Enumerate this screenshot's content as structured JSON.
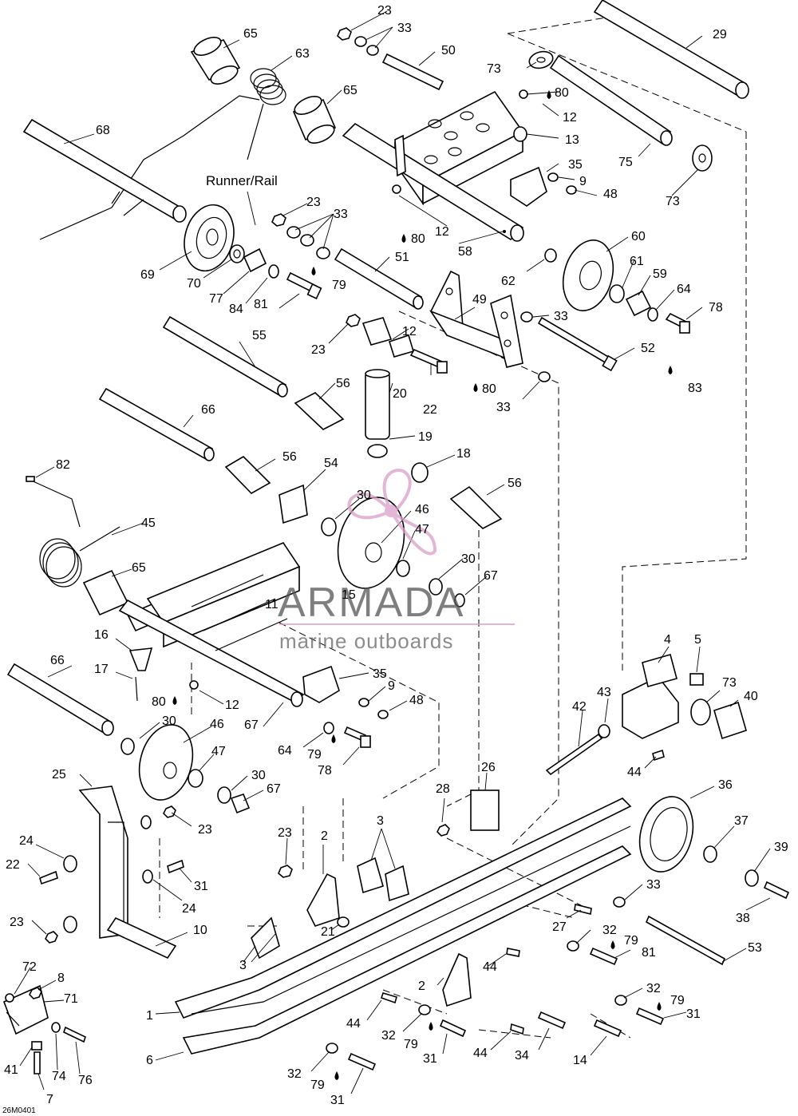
{
  "diagram": {
    "title_label": "Runner/Rail",
    "figure_code": "26M0401",
    "watermark": {
      "brand": "ARMADA",
      "tagline": "marine outboards"
    },
    "callouts": [
      "1",
      "2",
      "3",
      "4",
      "5",
      "6",
      "7",
      "8",
      "9",
      "10",
      "11",
      "12",
      "13",
      "14",
      "15",
      "16",
      "17",
      "18",
      "19",
      "20",
      "21",
      "22",
      "23",
      "24",
      "25",
      "26",
      "27",
      "28",
      "29",
      "30",
      "31",
      "32",
      "33",
      "34",
      "35",
      "36",
      "37",
      "38",
      "39",
      "40",
      "41",
      "42",
      "43",
      "44",
      "45",
      "46",
      "47",
      "48",
      "49",
      "50",
      "51",
      "52",
      "53",
      "54",
      "55",
      "56",
      "58",
      "59",
      "60",
      "61",
      "62",
      "63",
      "64",
      "65",
      "66",
      "67",
      "68",
      "69",
      "70",
      "71",
      "72",
      "73",
      "74",
      "75",
      "76",
      "77",
      "78",
      "79",
      "80",
      "81",
      "82",
      "83",
      "84"
    ]
  }
}
